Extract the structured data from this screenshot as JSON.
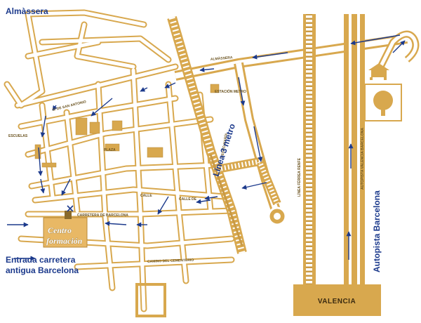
{
  "labels": {
    "town": "Almàssera",
    "origin": "Entrada carretera antigua Barcelona",
    "origin_line1": "Entrada carretera",
    "origin_line2": "antigua Barcelona",
    "metro": "Línea 3 metro",
    "motorway": "Autopista Barcelona",
    "centre_line1": "Centro",
    "centre_line2": "formación",
    "city": "VALENCIA"
  },
  "streets": {
    "almassera": "ALMÀSSERA",
    "san_antonio": "C/ DE SAN ANTONIO",
    "estacion": "ESTACIÓN METRO",
    "plaza": "PLAZA",
    "carretera": "CARRETERA DE BARCELONA",
    "camino": "CAMINO DEL CEMENTERIO",
    "autopista": "AUTOPISTA VALENCIA BARCELONA",
    "linea_ferrea": "LÍNEA FÉRREA RENFE",
    "pedro": "PEDRO MARÍA",
    "escuelas": "ESCUELAS",
    "calle_a": "CALLE",
    "calle_b": "CALLE DE"
  },
  "colors": {
    "map_fill": "#d8a84e",
    "map_stroke": "#b88a3a",
    "route_arrow": "#1c3a8c",
    "label_text": "#1c3a8c",
    "centre_box": "#e8b865"
  },
  "icons": {
    "destination_marker": "x-mark-icon",
    "hut": "hut-icon",
    "tree": "tree-icon"
  }
}
